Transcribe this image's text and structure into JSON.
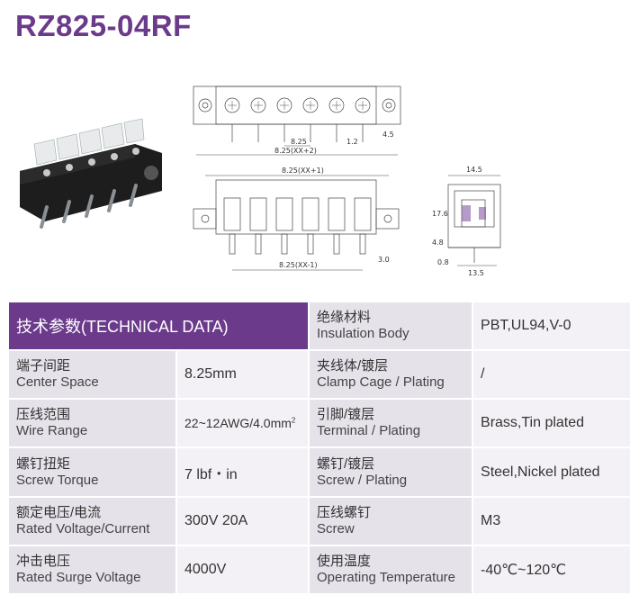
{
  "title": "RZ825-04RF",
  "drawing": {
    "top_dims": [
      "8.25",
      "8.25(XX+2)",
      "1.2",
      "4.5"
    ],
    "front_dims": [
      "8.25(XX+1)",
      "8.25(XX-1)",
      "3.0"
    ],
    "side_dims": [
      "14.5",
      "17.6",
      "4.8",
      "0.8",
      "13.5"
    ]
  },
  "spec": {
    "header": "技术参数(TECHNICAL DATA)",
    "left_rows": [
      {
        "zh": "端子间距",
        "en": "Center Space",
        "value": "8.25mm"
      },
      {
        "zh": "压线范围",
        "en": "Wire Range",
        "value": "22~12AWG/4.0mm",
        "sup": "2"
      },
      {
        "zh": "螺钉扭矩",
        "en": "Screw Torque",
        "value": "7 lbf・in"
      },
      {
        "zh": "额定电压/电流",
        "en": "Rated Voltage/Current",
        "value": "300V 20A"
      },
      {
        "zh": "冲击电压",
        "en": "Rated Surge Voltage",
        "value": "4000V"
      }
    ],
    "right_rows": [
      {
        "zh": "绝缘材料",
        "en": "Insulation Body",
        "value": "PBT,UL94,V-0"
      },
      {
        "zh": "夹线体/镀层",
        "en": "Clamp Cage / Plating",
        "value": "/"
      },
      {
        "zh": "引脚/镀层",
        "en": "Terminal / Plating",
        "value": "Brass,Tin plated"
      },
      {
        "zh": "螺钉/镀层",
        "en": "Screw / Plating",
        "value": "Steel,Nickel plated"
      },
      {
        "zh": "压线螺钉",
        "en": "Screw",
        "value": "M3"
      },
      {
        "zh": "使用温度",
        "en": "Operating Temperature",
        "value": "-40℃~120℃"
      }
    ]
  },
  "colors": {
    "accent": "#6b3a8b",
    "label_bg": "#e6e2ea",
    "value_bg": "#f3f1f5"
  }
}
